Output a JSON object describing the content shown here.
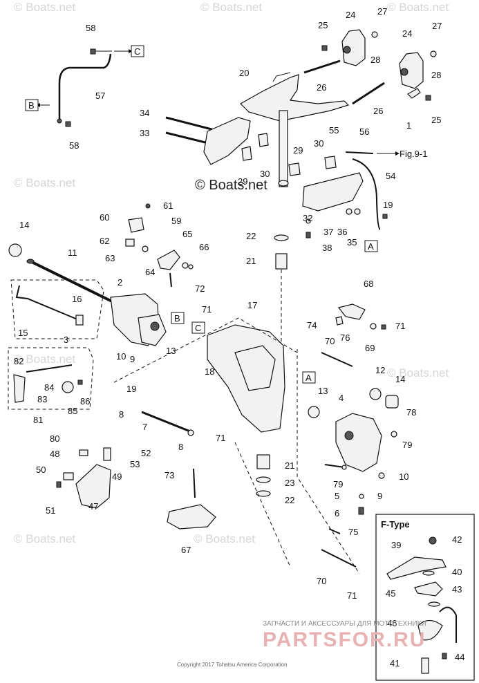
{
  "diagram": {
    "callouts": [
      "1",
      "2",
      "3",
      "4",
      "5",
      "6",
      "7",
      "8",
      "9",
      "10",
      "11",
      "12",
      "13",
      "14",
      "15",
      "16",
      "17",
      "18",
      "19",
      "20",
      "21",
      "22",
      "23",
      "24",
      "25",
      "26",
      "27",
      "28",
      "29",
      "30",
      "32",
      "33",
      "34",
      "35",
      "36",
      "37",
      "38",
      "39",
      "40",
      "41",
      "42",
      "43",
      "44",
      "45",
      "46",
      "47",
      "48",
      "49",
      "50",
      "51",
      "52",
      "53",
      "54",
      "55",
      "56",
      "57",
      "58",
      "59",
      "60",
      "61",
      "62",
      "63",
      "64",
      "65",
      "66",
      "67",
      "68",
      "69",
      "70",
      "71",
      "72",
      "73",
      "74",
      "75",
      "76",
      "78",
      "79",
      "80",
      "81",
      "82",
      "83",
      "84",
      "85",
      "86"
    ],
    "ref_labels": {
      "a": "A",
      "b": "B",
      "c": "C"
    },
    "fig_ref": "Fig.9-1",
    "inset_title": "F-Type",
    "watermark": "© Boats.net",
    "watermark_center": "© Boats.net",
    "promo_text": "ЗАПЧАСТИ И АКСЕССУАРЫ ДЛЯ МОТОТЕХНИКИ",
    "brand_text": "PARTSFOR.RU",
    "copyright": "Copyright 2017 Tohatsu America Corporation"
  }
}
